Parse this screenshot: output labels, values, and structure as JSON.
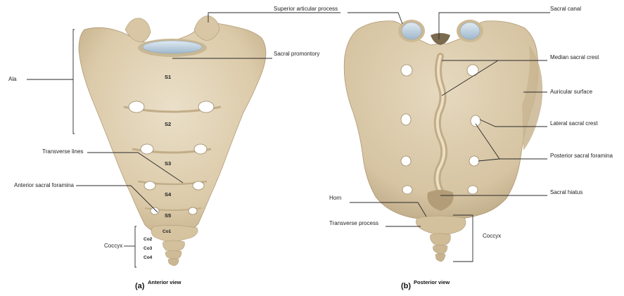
{
  "anterior": {
    "letter": "(a)",
    "view_label": "Anterior view",
    "labels": {
      "ala": "Ala",
      "transverse_lines": "Transverse lines",
      "anterior_sacral_foramina": "Anterior sacral foramina",
      "coccyx": "Coccyx",
      "superior_articular_process": "Superior articular process",
      "sacral_promontory": "Sacral promontory"
    },
    "segments": [
      "S1",
      "S2",
      "S3",
      "S4",
      "S5"
    ],
    "coccygeal": [
      "Co1",
      "Co2",
      "Co3",
      "Co4"
    ]
  },
  "posterior": {
    "letter": "(b)",
    "view_label": "Posterior view",
    "labels": {
      "sacral_canal": "Sacral canal",
      "median_sacral_crest": "Median sacral crest",
      "auricular_surface": "Auricular surface",
      "lateral_sacral_crest": "Lateral sacral crest",
      "posterior_sacral_foramina": "Posterior sacral foramina",
      "sacral_hiatus": "Sacral hiatus",
      "horn": "Horn",
      "transverse_process": "Transverse process",
      "coccyx": "Coccyx"
    }
  },
  "colors": {
    "bone_light": "#e4d7bd",
    "bone_mid": "#d3c19f",
    "bone_shadow": "#b8a37f",
    "foramen": "#ffffff",
    "cartilage": "#b9cfe0",
    "leader": "#2a2a2a"
  }
}
